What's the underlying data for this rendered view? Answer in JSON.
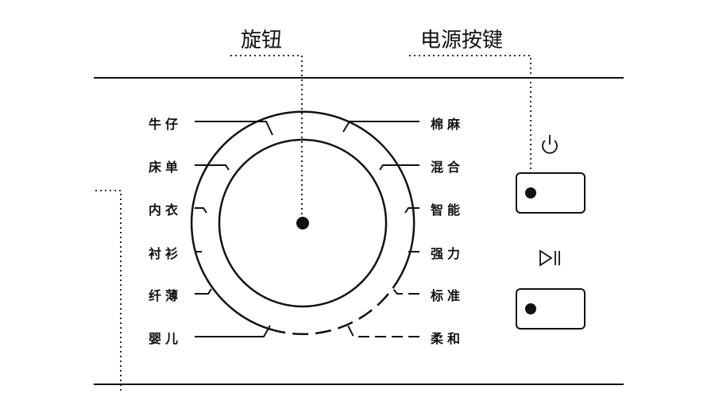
{
  "callouts": {
    "knob": "旋钮",
    "power_button": "电源按键"
  },
  "programs": {
    "left": [
      "牛仔",
      "床单",
      "内衣",
      "衬衫",
      "纤薄",
      "婴儿"
    ],
    "right": [
      "棉麻",
      "混合",
      "智能",
      "强力",
      "标准",
      "柔和"
    ]
  },
  "buttons": {
    "power_icon": "power-icon",
    "start_pause_icon": "play-pause-icon"
  }
}
